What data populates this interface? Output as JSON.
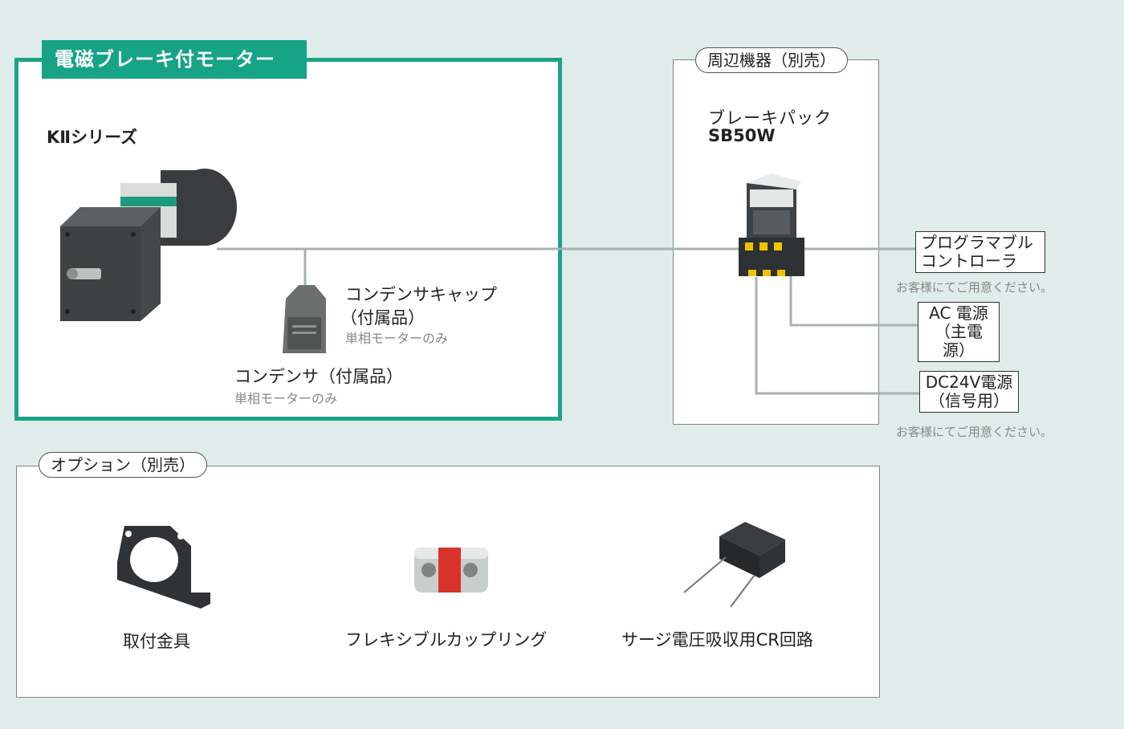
{
  "motor_section": {
    "title": "電磁ブレーキ付モーター",
    "series": "KⅡシリーズ",
    "capacitor_cap_label_line1": "コンデンサキャップ",
    "capacitor_cap_label_line2": "（付属品）",
    "capacitor_cap_note": "単相モーターのみ",
    "capacitor_label": "コンデンサ（付属品）",
    "capacitor_note": "単相モーターのみ"
  },
  "peripheral_section": {
    "title": "周辺機器（別売）",
    "brake_pack_name": "ブレーキパック",
    "brake_pack_model": "SB50W",
    "plc_label": "プログラマブル\nコントローラ",
    "plc_note": "お客様にてご用意ください。",
    "ac_label": "AC 電源\n（主電源）",
    "dc_label": "DC24V電源\n（信号用）",
    "dc_note": "お客様にてご用意ください。"
  },
  "options_section": {
    "title": "オプション（別売）",
    "items": [
      {
        "label": "取付金具"
      },
      {
        "label": "フレキシブルカップリング"
      },
      {
        "label": "サージ電圧吸収用CR回路"
      }
    ]
  },
  "colors": {
    "accent": "#17a386",
    "background": "#dfece9",
    "line": "#a8b2b0"
  }
}
